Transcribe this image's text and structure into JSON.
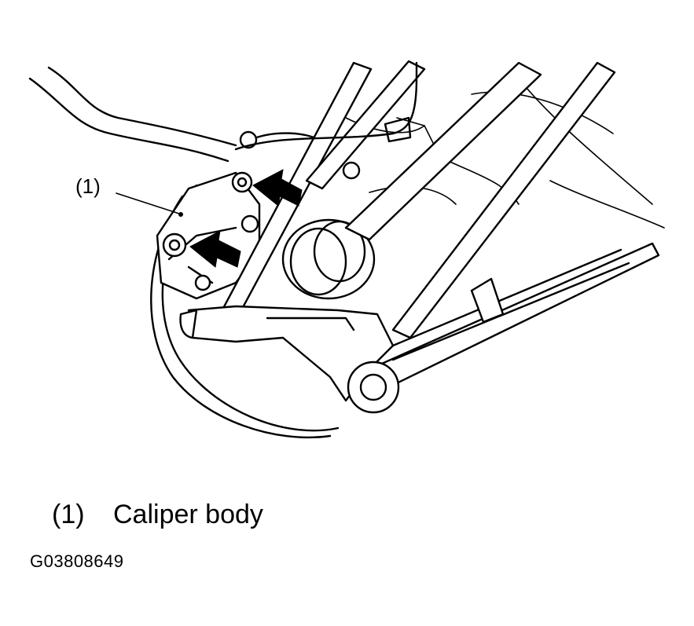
{
  "figure": {
    "callout_label": "(1)",
    "legend": [
      {
        "number": "(1)",
        "text": "Caliper body"
      }
    ],
    "figure_id": "G03808649"
  }
}
